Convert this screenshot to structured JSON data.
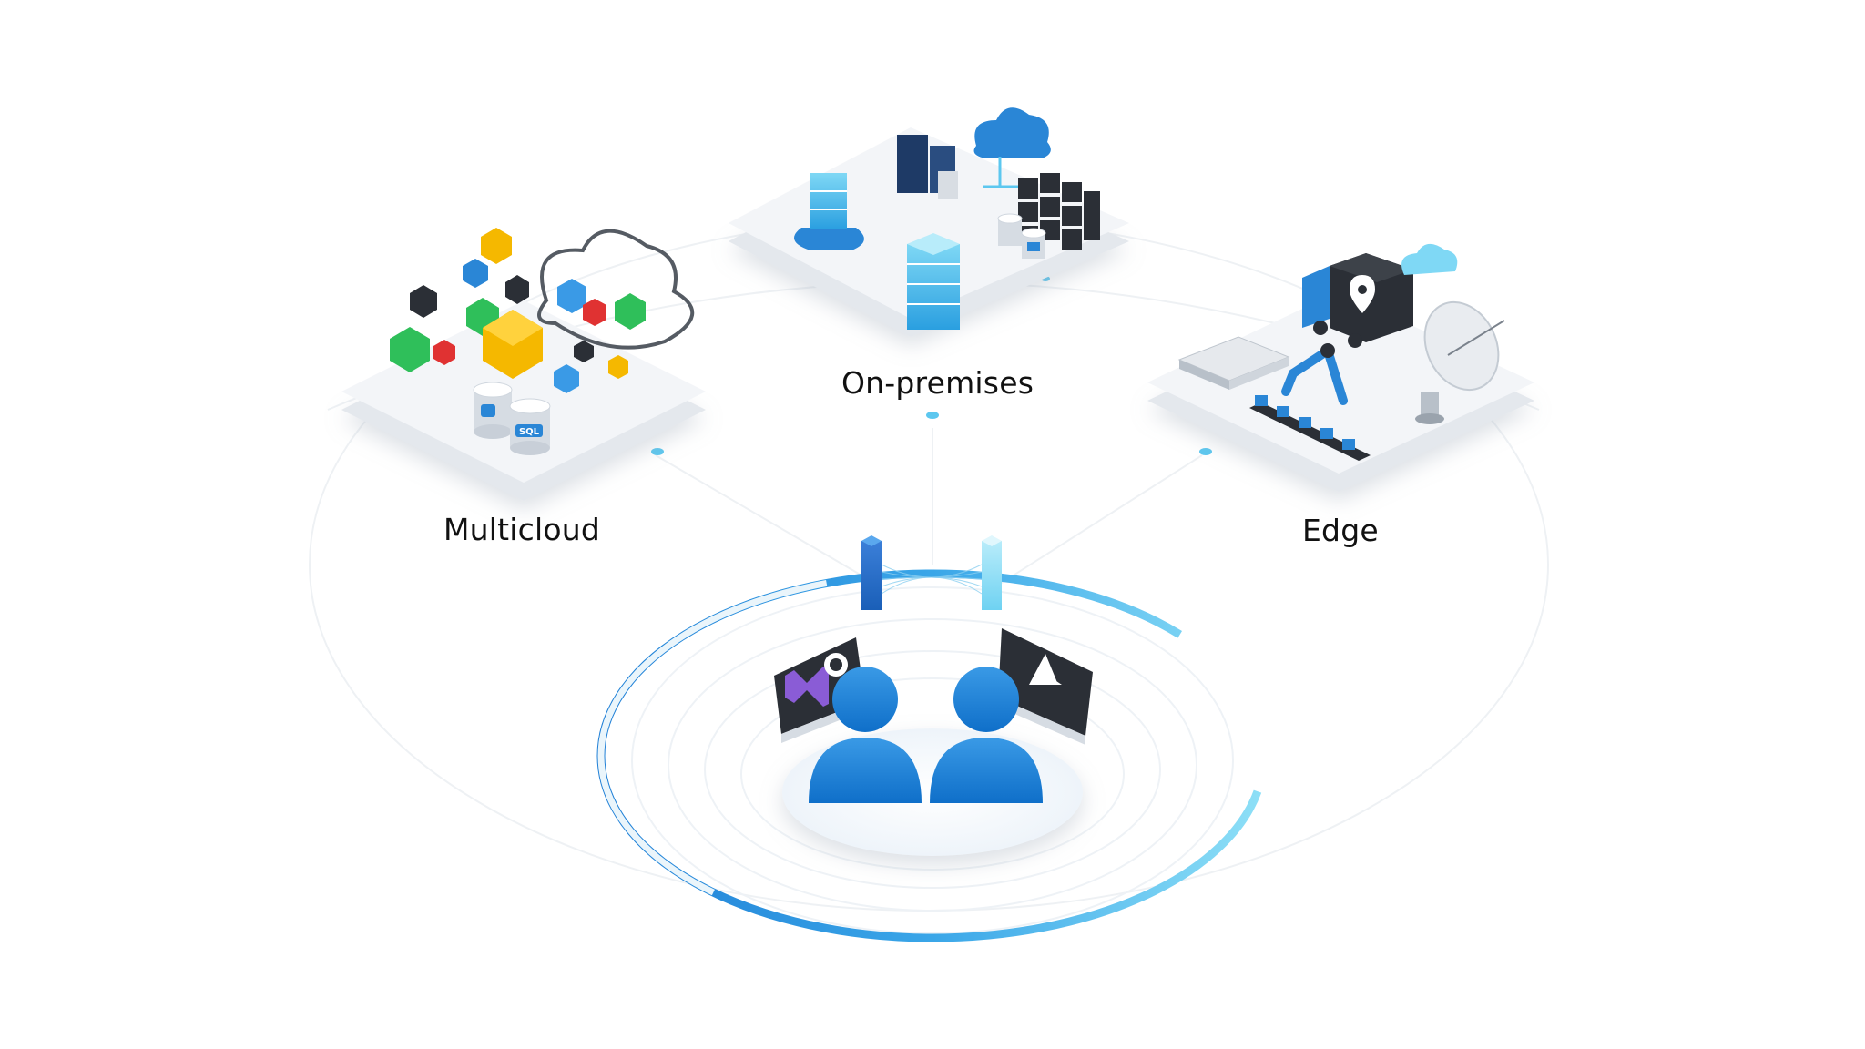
{
  "labels": {
    "multicloud": "Multicloud",
    "on_premises": "On-premises",
    "edge": "Edge"
  },
  "icons": {
    "multicloud": [
      "cube-cluster-icon",
      "cloud-outline-icon",
      "database-icon",
      "sql-database-icon"
    ],
    "on_premises": [
      "server-rack-icon",
      "cloud-icon",
      "server-stack-icon",
      "database-icon"
    ],
    "edge": [
      "delivery-truck-icon",
      "location-pin-icon",
      "cloud-icon",
      "robot-arm-icon",
      "conveyor-belt-icon",
      "satellite-dish-icon",
      "server-unit-icon"
    ],
    "people": [
      "visual-studio-icon",
      "github-icon",
      "azure-icon",
      "user-icon",
      "user-icon"
    ]
  },
  "colors": {
    "accent_blue": "#1f7fd6",
    "light_blue": "#5cc7ef",
    "dark": "#2b2f36",
    "platform": "#f1f3f6",
    "text": "#111111",
    "yellow": "#f5b800",
    "green": "#2fbf5a",
    "red": "#e03232"
  }
}
